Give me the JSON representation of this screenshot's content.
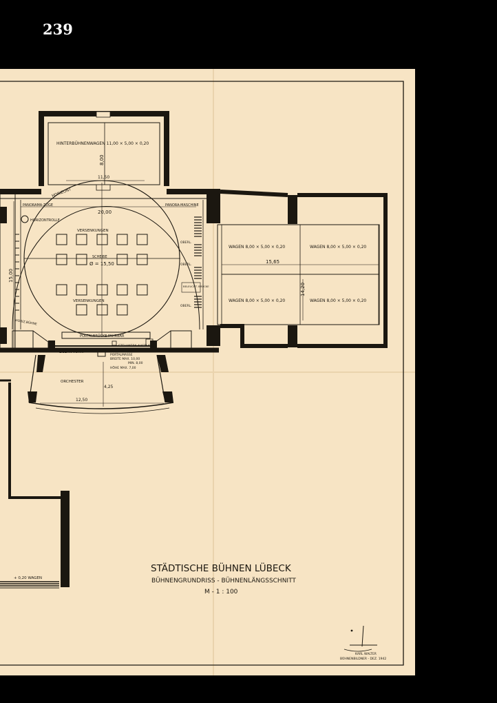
{
  "page_number": "239",
  "title": "STÄDTISCHE BÜHNEN LÜBECK",
  "subtitle": "BÜHNENGRUNDRISS - BÜHNENLÄNGSSCHNITT",
  "scale": "M - 1 : 100",
  "signature": {
    "name": "KARL WALTER",
    "line": "BÜHNENBILDNER - DEZ. 1942"
  },
  "labels": {
    "hinterbuehnenwagen": "HINTERBÜHNENWAGEN  11,00 × 5,00 × 0,20",
    "dim_8_00": "8,00",
    "dim_11_50": "11,50",
    "horizont": "HORIZONT",
    "panorama_zuege": "PANORAMA-ZÜGE",
    "panorama_maschine": "PANORA-MASCHINE",
    "dim_20_00": "20,00",
    "horizontrolle": "HORIZONTROLLE",
    "versenkungen_top": "VERSENKUNGEN",
    "versenkungen_bottom": "VERSENKUNGEN",
    "scheibe": "SCHEIBE",
    "scheibe_dim": "Ø = 15,50",
    "dim_15_00": "15,00",
    "oberl_1": "OBERL.",
    "oberl_2": "OBERL.",
    "oberl_3": "OBERL.",
    "beleuchtungsbruecke": "BELEUCHT. BRÜCKE",
    "horizontbuehne": "HORIZ.BÜHNE",
    "portalbruecke": "PORTALBRÜCKE FAHRBAR",
    "eiserner_vorhang": "EISERN VORH.",
    "stellwerk": "STELLWERK AUSBLICK",
    "portalmasse": "PORTALMASSE",
    "breite": "BREITE MAX. 10,00",
    "breite_min": "MIN. 8,00",
    "hoehe": "HÖHE MAX. 7,00",
    "orchester": "ORCHESTER",
    "dim_4_25": "4,25",
    "dim_12_50": "12,50",
    "wagen_1": "WAGEN  8,00 × 5,00 × 0,20",
    "wagen_2": "WAGEN  8,00 × 5,00 × 0,20",
    "wagen_3": "WAGEN  8,00 × 5,00 × 0,20",
    "wagen_4": "WAGEN  8,00 × 5,00 × 0,20",
    "dim_15_65": "15,65",
    "dim_14_20": "14,20",
    "section_wagen": "+ 0,20 WAGEN"
  },
  "colors": {
    "paper": "#f7e4c4",
    "ink": "#1b1710",
    "background": "#000000"
  }
}
